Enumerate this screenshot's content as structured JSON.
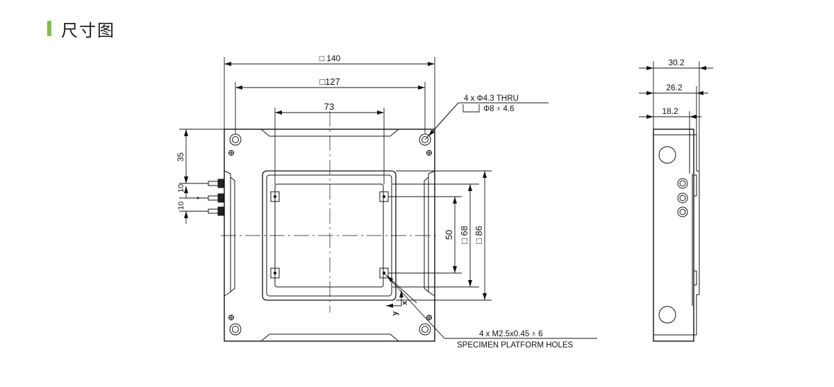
{
  "header": {
    "title": "尺寸图",
    "accent_color": "#7dc242"
  },
  "drawing": {
    "stroke_color": "#111111",
    "front_view": {
      "dim_overall": "□ 140",
      "dim_hole_pitch": "□127",
      "dim_inner": "73",
      "dim_vertical_35": "35",
      "dim_10_a": "10",
      "dim_10_b": "10",
      "dim_50": "50",
      "dim_68": "□ 68",
      "dim_86": "□ 86",
      "mount_holes_line1": "4 x Φ4.3 THRU",
      "mount_holes_line2": "Φ8 ⩡ 4.6",
      "platform_holes_line1": "4 x M2.5x0.45 ⩡  6",
      "platform_holes_line2": "SPECIMEN PLATFORM HOLES",
      "axis_x": "x",
      "axis_y": "y"
    },
    "side_view": {
      "dim_30_2": "30.2",
      "dim_26_2": "26.2",
      "dim_18_2": "18.2"
    }
  }
}
